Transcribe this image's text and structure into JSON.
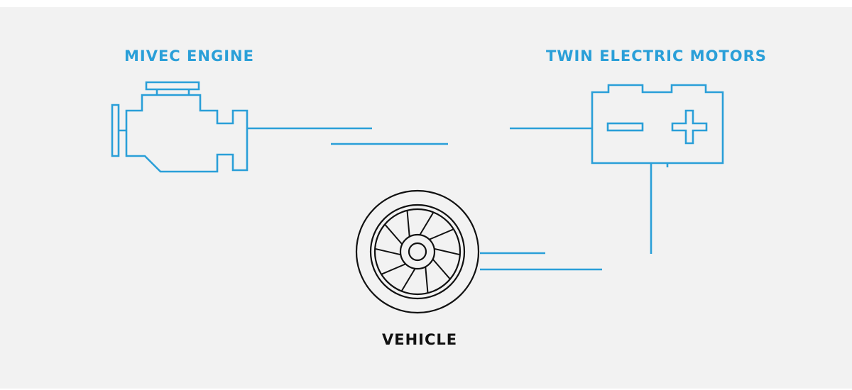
{
  "labels": {
    "engine": "MIVEC ENGINE",
    "motors": "TWIN ELECTRIC MOTORS",
    "vehicle": "VEHICLE"
  },
  "icons": {
    "engine": "engine-icon",
    "battery": "battery-icon",
    "wheel": "wheel-icon"
  },
  "colors": {
    "background": "#f2f2f2",
    "accent": "#2a9fd8",
    "dark": "#111111"
  }
}
